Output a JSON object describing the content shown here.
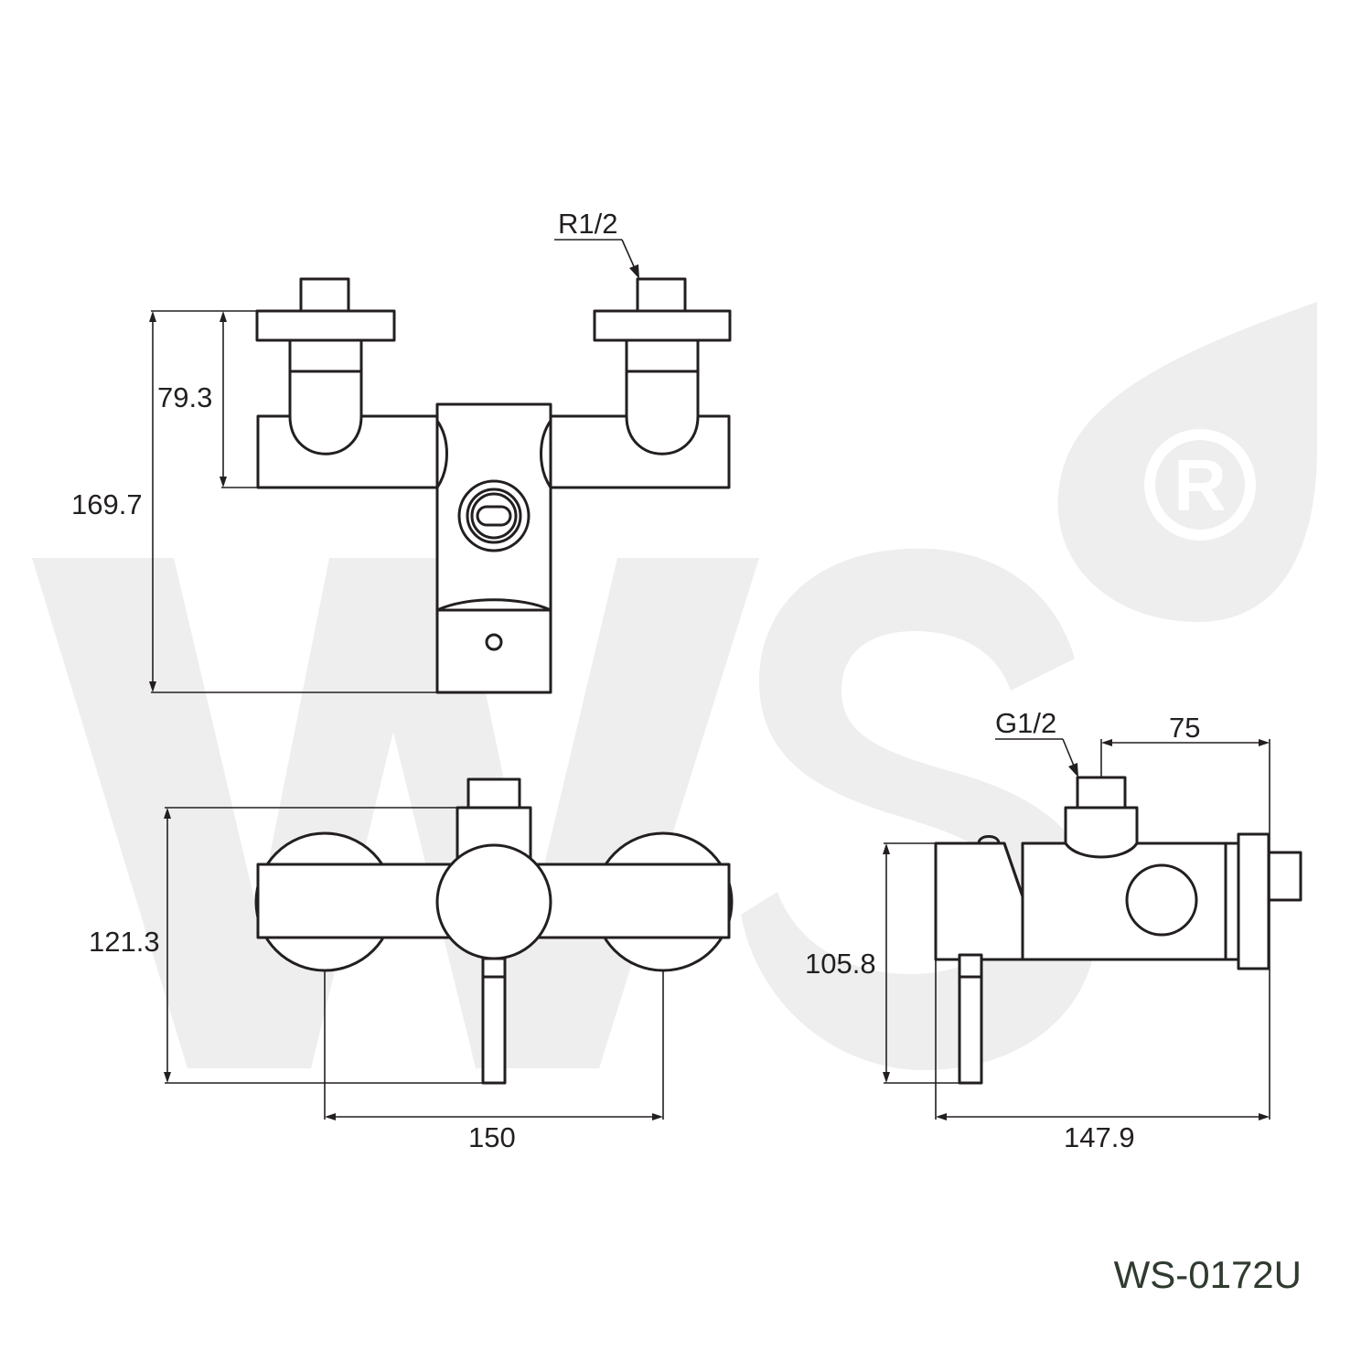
{
  "dimensions": {
    "top_height_inner": "79.3",
    "top_height_total": "169.7",
    "front_height": "121.3",
    "front_width": "150",
    "side_height": "105.8",
    "side_width": "147.9",
    "side_offset": "75"
  },
  "thread_labels": {
    "top": "R1/2",
    "side": "G1/2"
  },
  "model_code": "WS-0172U",
  "colors": {
    "line": "#231f20",
    "watermark": "#eeeeee",
    "model_code": "#2f3b2f"
  }
}
